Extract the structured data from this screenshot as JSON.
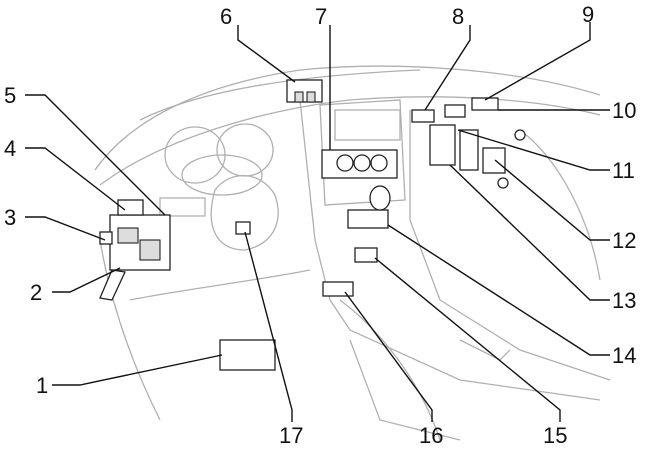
{
  "diagram": {
    "title": "",
    "callouts": [
      {
        "label": "1"
      },
      {
        "label": "2"
      },
      {
        "label": "3"
      },
      {
        "label": "4"
      },
      {
        "label": "5"
      },
      {
        "label": "6"
      },
      {
        "label": "7"
      },
      {
        "label": "8"
      },
      {
        "label": "9"
      },
      {
        "label": "10"
      },
      {
        "label": "11"
      },
      {
        "label": "12"
      },
      {
        "label": "13"
      },
      {
        "label": "14"
      },
      {
        "label": "15"
      },
      {
        "label": "16"
      },
      {
        "label": "17"
      }
    ]
  }
}
